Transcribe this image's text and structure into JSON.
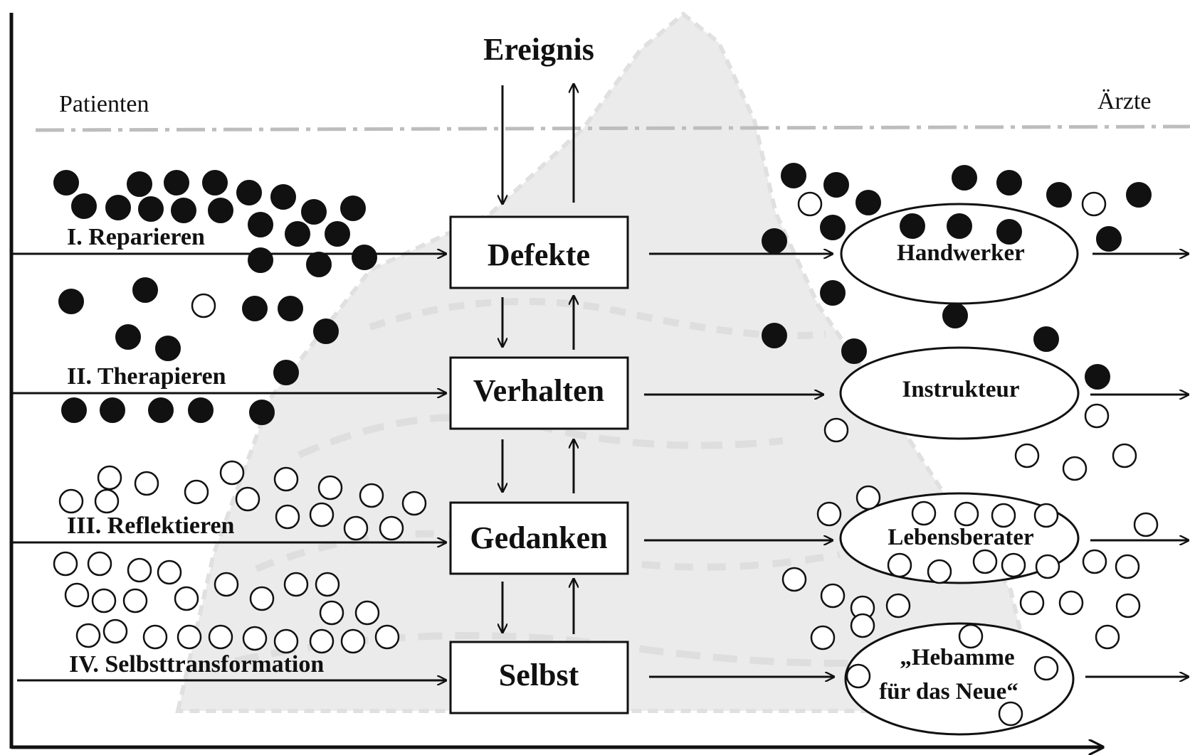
{
  "header": {
    "event": "Ereignis",
    "left_label": "Patienten",
    "right_label": "Ärzte"
  },
  "levels": [
    {
      "label": "I. Reparieren",
      "box": "Defekte",
      "role": [
        "Handwerker"
      ]
    },
    {
      "label": "II. Therapieren",
      "box": "Verhalten",
      "role": [
        "Instrukteur"
      ]
    },
    {
      "label": "III. Reflektieren",
      "box": "Gedanken",
      "role": [
        "Lebensberater"
      ]
    },
    {
      "label": "IV. Selbsttransformation",
      "box": "Selbst",
      "role": [
        "„Hebamme",
        "für das Neue“"
      ]
    }
  ],
  "colors": {
    "ink": "#111111",
    "background_shape": "#d9d9d9",
    "waterline": "#bdbdbd"
  }
}
